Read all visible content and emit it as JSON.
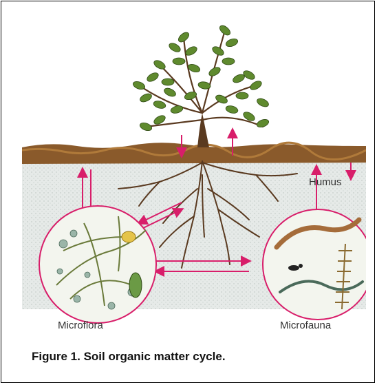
{
  "diagram": {
    "labels": {
      "humus": "Humus",
      "microflora": "Microflora",
      "microfauna": "Microfauna"
    },
    "colors": {
      "arrow": "#d81e6a",
      "leaf": "#5f8a2e",
      "soil_litter": "#8a5a2b",
      "soil": "#e4e8e6",
      "root": "#5a3a20"
    }
  },
  "caption": "Figure 1. Soil organic matter cycle."
}
